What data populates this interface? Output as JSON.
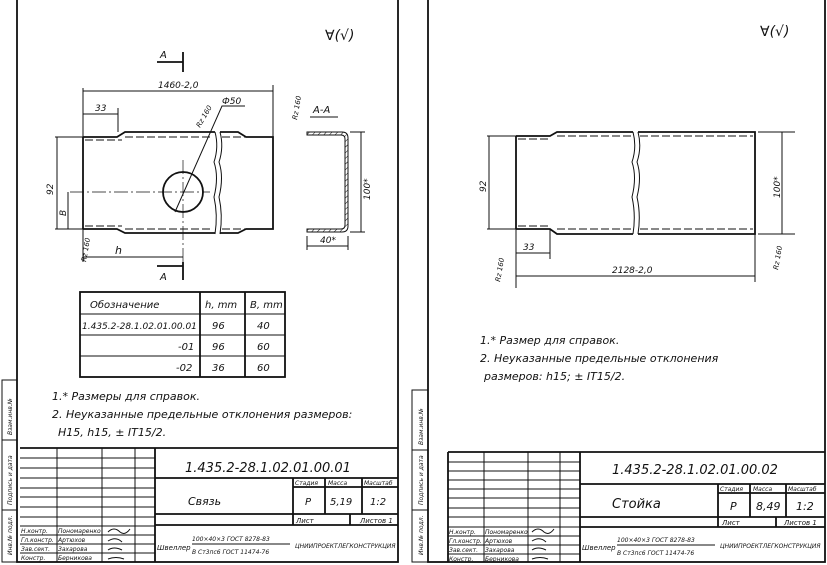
{
  "sheet1": {
    "section_mark": "А",
    "section_title": "А-А",
    "dims": {
      "length": "1460-2,0",
      "offset": "33",
      "height": "92",
      "hole": "Ф50",
      "h": "h",
      "b": "B",
      "depth": "100*",
      "flange": "40*",
      "rz1": "Rz 160",
      "rz2": "Rz 160",
      "rz3": "Rz 160"
    },
    "roughness": "∀(√)",
    "table": {
      "headers": [
        "Обозначение",
        "h, mm",
        "B, mm"
      ],
      "rows": [
        [
          "1.435.2-28.1.02.01.00.01",
          "96",
          "40"
        ],
        [
          "-01",
          "96",
          "60"
        ],
        [
          "-02",
          "36",
          "60"
        ]
      ]
    },
    "notes": [
      "1.* Размеры для справок.",
      "2. Неуказанные предельные отклонения размеров:",
      "H15, h15, ± IT15/2."
    ],
    "title_block": {
      "code": "1.435.2-28.1.02.01.00.01",
      "name": "Связь",
      "stage_label": "Стадия",
      "mass_label": "Масса",
      "scale_label": "Масштаб",
      "stage": "Р",
      "mass": "5,19",
      "scale": "1:2",
      "sheet_label": "Лист",
      "sheets_label": "Листов 1",
      "material_top": "100×40×3 ГОСТ 8278-83",
      "material_bottom": "В Ст3пс6 ГОСТ 11474-76",
      "material_prefix": "Швеллер",
      "org": "ЦНИИПРОЕКТЛЕГКОНСТРУКЦИЯ",
      "people": [
        [
          "Н.контр.",
          "Пономаренко"
        ],
        [
          "Гл.констр.",
          "Артюхов"
        ],
        [
          "Зав.сект.",
          "Захарова"
        ],
        [
          "Констр.",
          "Берникова"
        ]
      ]
    },
    "side_labels": [
      "Инв.№ подл.",
      "Подпись и дата",
      "Взам.инв.№"
    ]
  },
  "sheet2": {
    "dims": {
      "length": "2128-2,0",
      "offset": "33",
      "height": "92",
      "depth": "100*",
      "rz1": "Rz 160",
      "rz2": "Rz 160"
    },
    "roughness": "∀(√)",
    "notes": [
      "1.* Размер для справок.",
      "2. Неуказанные предельные отклонения",
      "размеров:  h15; ± IT15/2."
    ],
    "title_block": {
      "code": "1.435.2-28.1.02.01.00.02",
      "name": "Стойка",
      "stage_label": "Стадия",
      "mass_label": "Масса",
      "scale_label": "Масштаб",
      "stage": "Р",
      "mass": "8,49",
      "scale": "1:2",
      "sheet_label": "Лист",
      "sheets_label": "Листов 1",
      "material_top": "100×40×3 ГОСТ 8278-83",
      "material_bottom": "В Ст3пс6 ГОСТ 11474-76",
      "material_prefix": "Швеллер",
      "org": "ЦНИИПРОЕКТЛЕГКОНСТРУКЦИЯ",
      "people": [
        [
          "Н.контр.",
          "Пономаренко"
        ],
        [
          "Гл.констр.",
          "Артюхов"
        ],
        [
          "Зав.сект.",
          "Захарова"
        ],
        [
          "Констр.",
          "Берникова"
        ]
      ]
    },
    "side_labels": [
      "Инв.№ подл.",
      "Подпись и дата",
      "Взам.инв.№"
    ]
  }
}
